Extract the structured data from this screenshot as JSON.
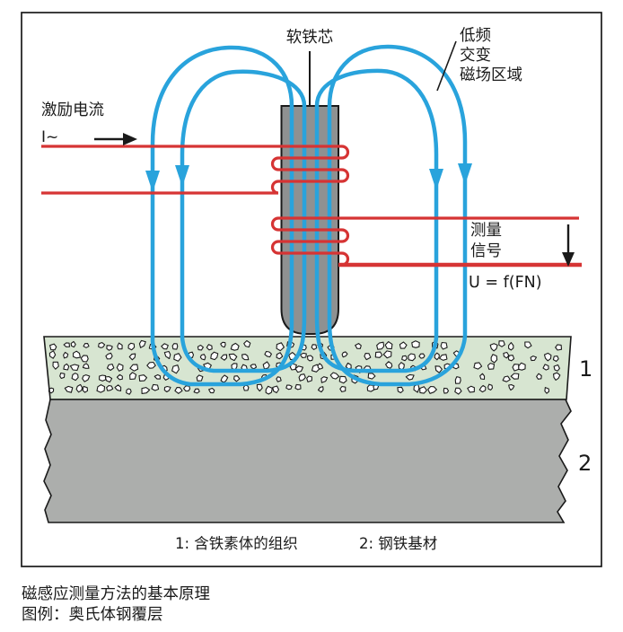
{
  "figure": {
    "caption_line1": "磁感应测量方法的基本原理",
    "caption_line2": "图例：奥氏体钢覆层"
  },
  "labels": {
    "soft_iron_core": "软铁芯",
    "field_region_line1": "低频",
    "field_region_line2": "交变",
    "field_region_line3": "磁场区域",
    "excitation_current": "激励电流",
    "excitation_symbol": "I~",
    "measurement_line1": "测量",
    "measurement_line2": "信号",
    "signal_formula": "U = f(FN)",
    "legend_item1": "1: 含铁素体的组织",
    "legend_item2": "2: 钢铁基材",
    "layer1_number": "1",
    "layer2_number": "2"
  },
  "colors": {
    "field_line_blue": "#29a3dc",
    "coil_red": "#d63434",
    "core_gray": "#8f9191",
    "substrate_gray": "#acaeac",
    "coating_green": "#d7e5d1",
    "line_black": "#1a1a1a",
    "pebble_fill": "#ffffff"
  }
}
